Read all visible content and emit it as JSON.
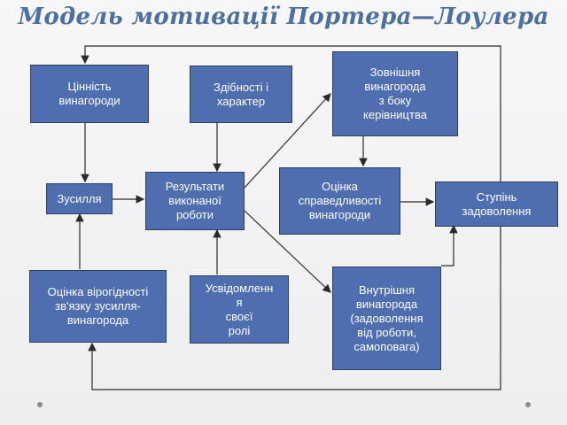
{
  "title": "Модель мотивації Портера—Лоулера",
  "boxes": {
    "value": "Цінність\nвинагороди",
    "abilities": "Здібності і\nхарактер",
    "external": "Зовнішня\nвинагорода\nз боку\nкерівництва",
    "effort": "Зусилля",
    "results": "Результати\nвиконаної\nроботи",
    "fairness": "Оцінка\nсправедливості\nвинагороди",
    "satisfaction": "Ступінь\nзадоволення",
    "probability": "Оцінка вірогідності\nзв'язку зусилля-\nвинагорода",
    "role": "Усвідомленн\nя\nсвоєї\nролі",
    "internal": "Внутрішня\nвинагорода\n(задоволення\nвід роботи,\nсамоповага)"
  },
  "colors": {
    "box_fill": "#4f6eb0",
    "box_border": "#2e3f5f",
    "title": "#4a6fa0",
    "lines": "#2b2b2b"
  }
}
